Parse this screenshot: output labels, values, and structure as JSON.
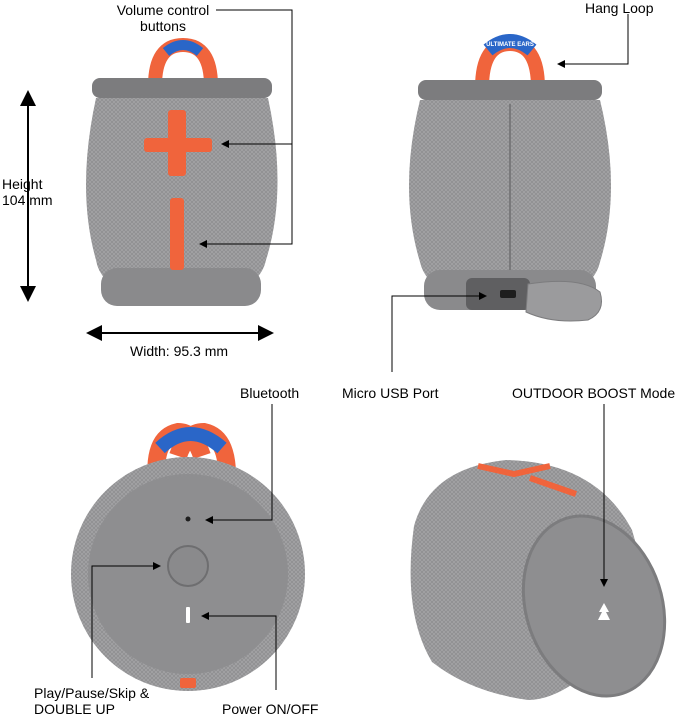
{
  "labels": {
    "volume_control": "Volume control\nbuttons",
    "height": "Height\n104 mm",
    "width": "Width: 95.3 mm",
    "hang_loop": "Hang Loop",
    "micro_usb": "Micro USB Port",
    "outdoor_boost": "OUTDOOR BOOST Mode",
    "bluetooth": "Bluetooth",
    "play_pause": "Play/Pause/Skip &\nDOUBLE UP",
    "power": "Power ON/OFF",
    "strap_text": "ULTIMATE\nEARS"
  },
  "colors": {
    "fabric": "#8f8f91",
    "fabric_dark": "#6e6e70",
    "plastic": "#9b9b9d",
    "plastic_dark": "#7c7c7e",
    "accent_orange": "#f0643c",
    "strap_blue": "#2a66c8",
    "line": "#000000"
  },
  "icons": [
    "plus-icon",
    "minus-icon",
    "bluetooth-dot-icon",
    "play-button-icon",
    "power-icon",
    "tree-icon"
  ]
}
